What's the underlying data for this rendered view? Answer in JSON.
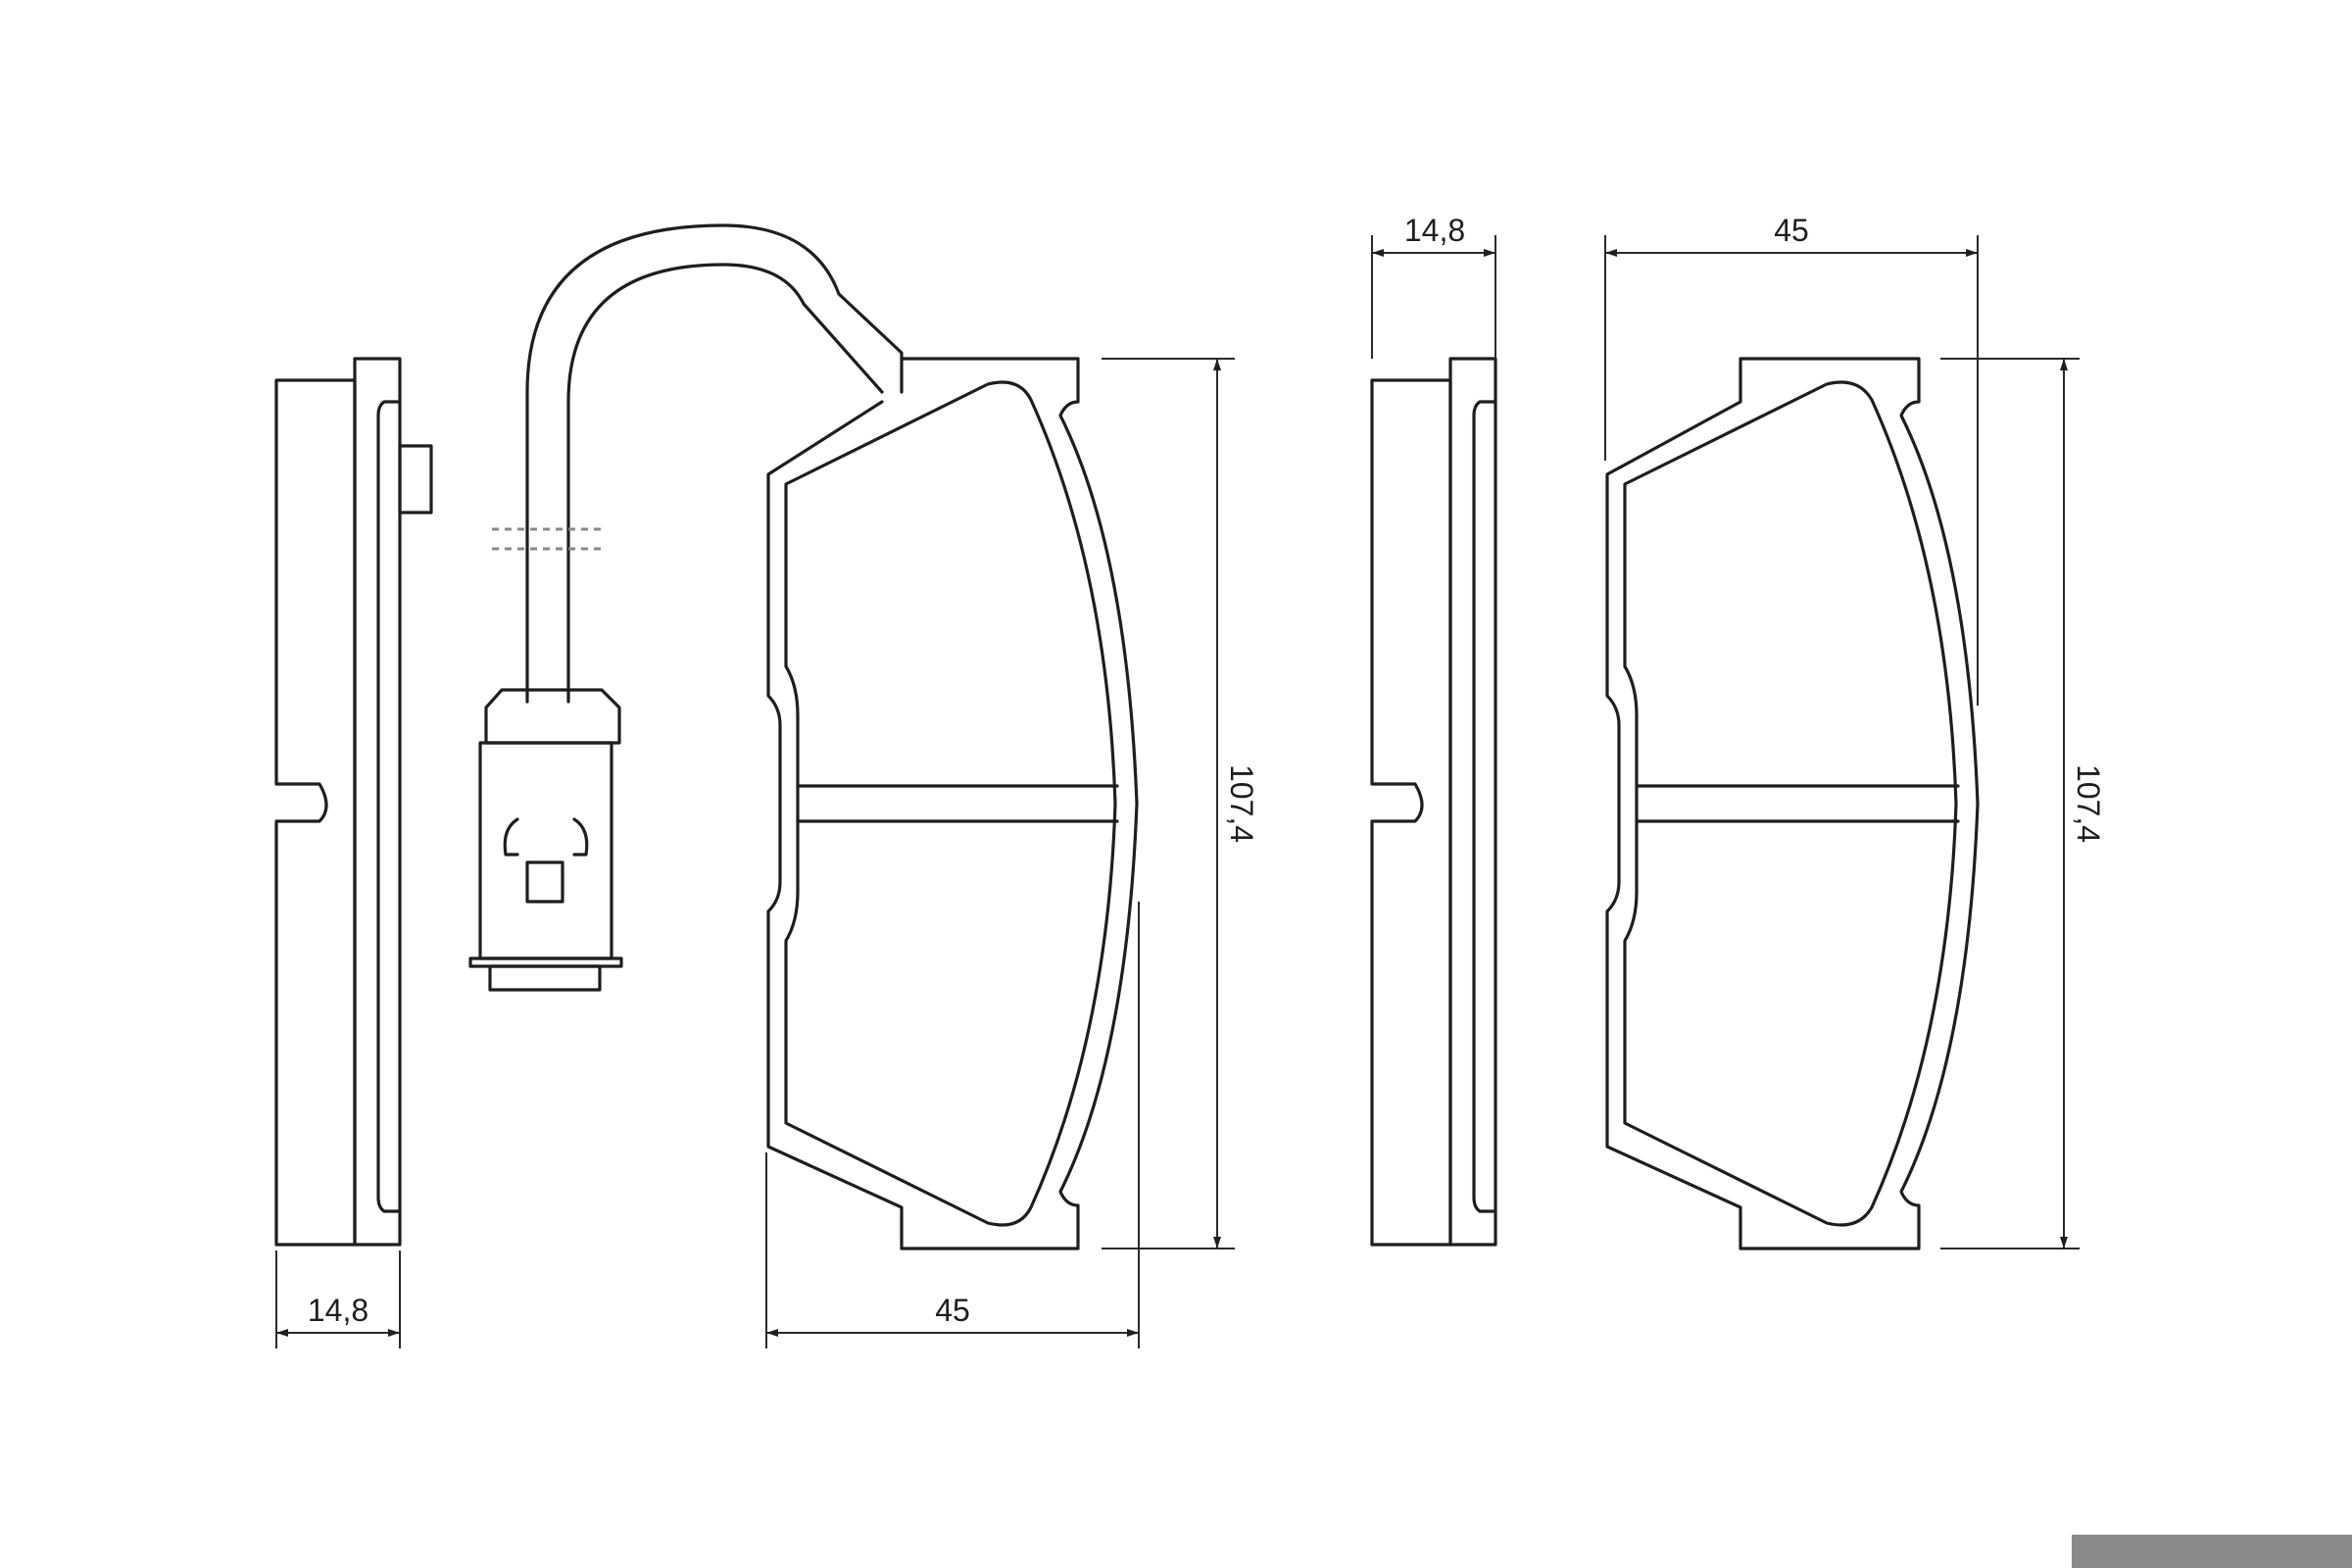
{
  "dimensions": {
    "left_thickness": "14,8",
    "left_width": "45",
    "left_height": "107,4",
    "right_thickness": "14,8",
    "right_width": "45",
    "right_height": "107,4"
  },
  "colors": {
    "line": "#1e1e1e",
    "background": "#ffffff",
    "footer_bar": "#8a8a8a"
  }
}
